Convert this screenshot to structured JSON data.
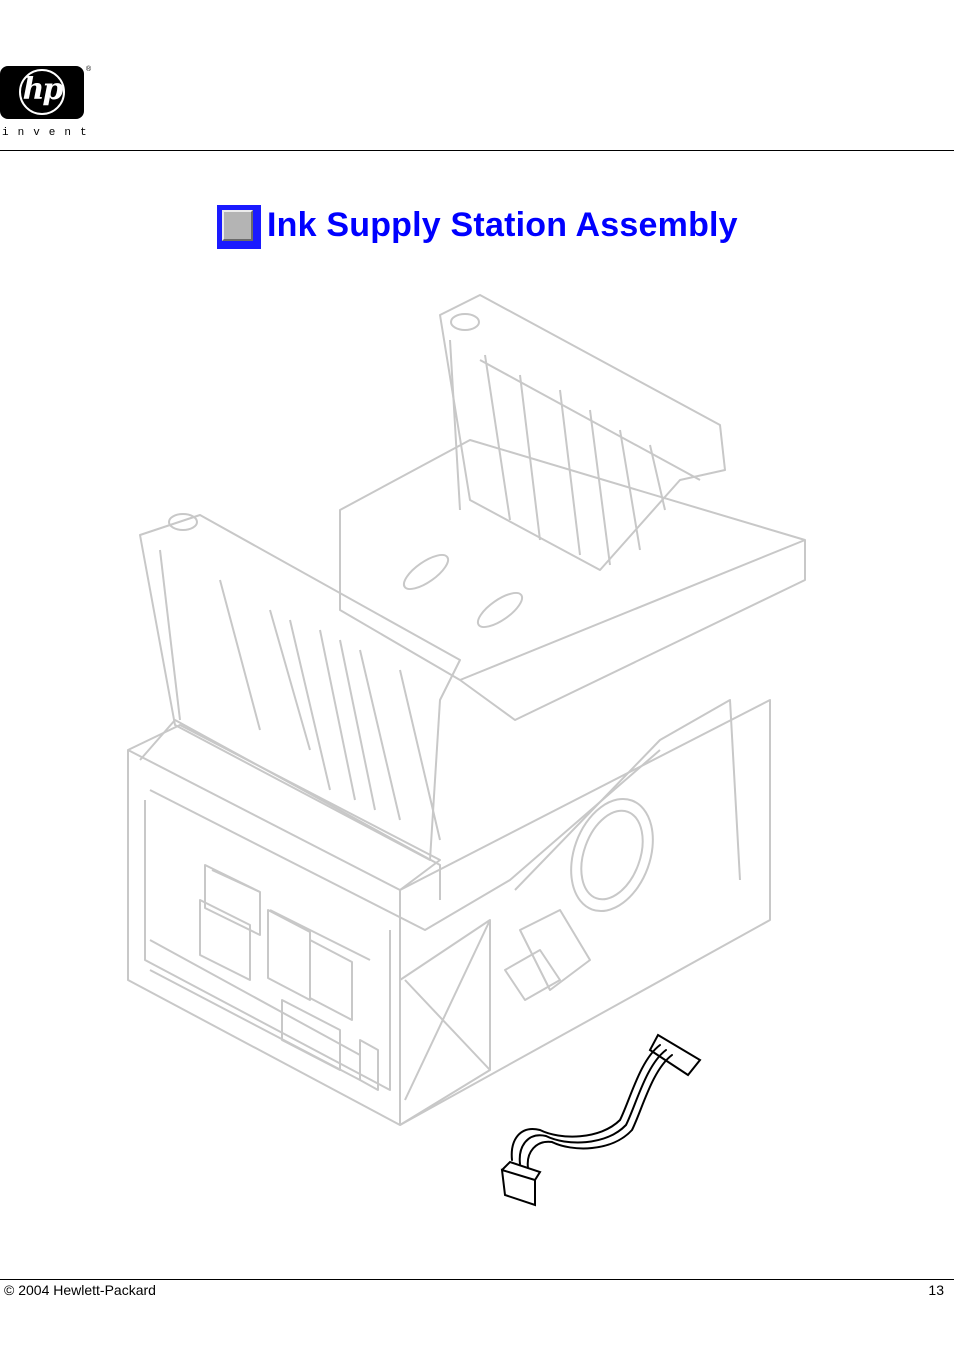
{
  "header": {
    "logo": {
      "mark": "hp",
      "registered": "®",
      "tagline": "invent"
    }
  },
  "figure": {
    "title": "Ink Supply Station Assembly",
    "title_color": "#0000ff",
    "part_line_color": "#c8c8c8",
    "highlight_line_color": "#000000"
  },
  "footer": {
    "copyright": "© 2004 Hewlett-Packard",
    "page_number": "13"
  }
}
